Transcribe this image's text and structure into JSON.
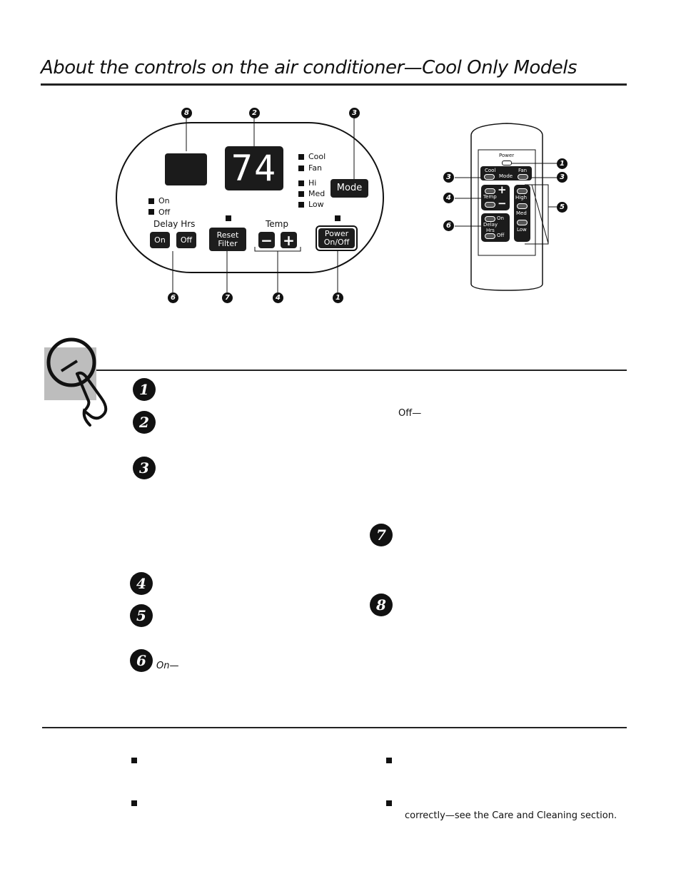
{
  "page": {
    "title": "About the controls on the air conditioner—Cool Only Models"
  },
  "control_panel": {
    "display_value": "74",
    "mode_indicators": [
      "Cool",
      "Fan"
    ],
    "fan_indicators": [
      "Hi",
      "Med",
      "Low"
    ],
    "delay_indicators": [
      "On",
      "Off"
    ],
    "delay_label": "Delay Hrs",
    "delay_on_label": "On",
    "delay_off_label": "Off",
    "reset_filter_label_1": "Reset",
    "reset_filter_label_2": "Filter",
    "temp_label": "Temp",
    "temp_minus": "−",
    "temp_plus": "+",
    "power_label_1": "Power",
    "power_label_2": "On/Off",
    "mode_label": "Mode",
    "callouts_top": [
      "8",
      "2",
      "3"
    ],
    "callouts_bottom": [
      "6",
      "7",
      "4",
      "1"
    ]
  },
  "remote": {
    "power_label": "Power",
    "cool_label": "Cool",
    "mode_label": "Mode",
    "fan_label": "Fan",
    "temp_label": "Temp",
    "plus": "+",
    "minus": "−",
    "delay_on": "On",
    "delay_label_1": "Delay",
    "delay_label_2": "Hrs",
    "delay_off": "Off",
    "high_label": "High",
    "med_label": "Med",
    "low_label": "Low",
    "callouts": [
      "1",
      "3",
      "3",
      "4",
      "5",
      "6"
    ]
  },
  "section": {
    "numbers": [
      "1",
      "2",
      "3",
      "4",
      "5",
      "6",
      "7",
      "8"
    ],
    "off_text": "Off—",
    "on_text": "On—"
  },
  "notes": {
    "last_line": "correctly—see the Care and Cleaning section."
  }
}
